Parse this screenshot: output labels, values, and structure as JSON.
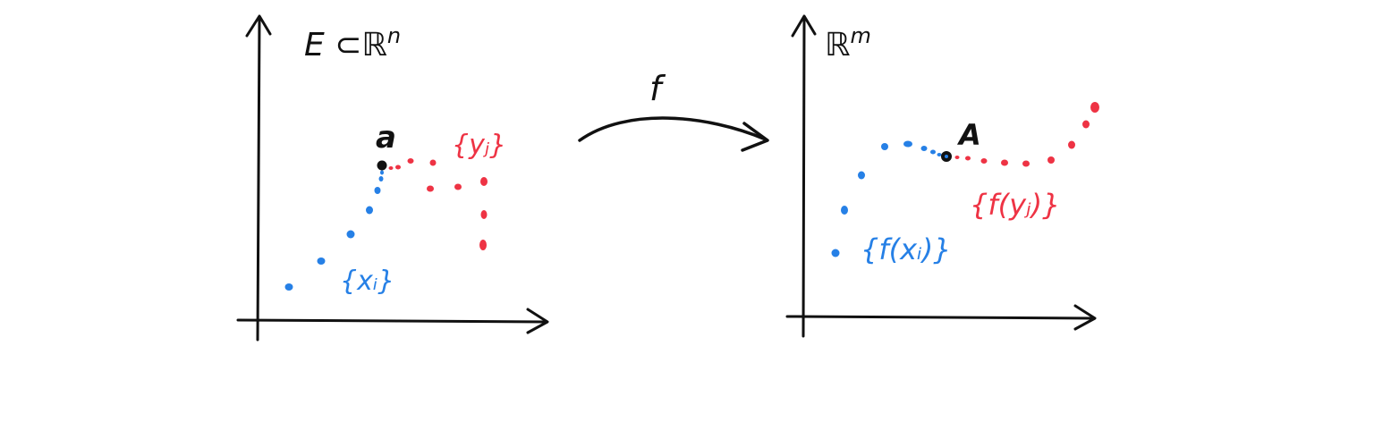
{
  "colors": {
    "ink": "#111111",
    "blue": "#2680e6",
    "red": "#ee3344",
    "background": "#ffffff"
  },
  "left_plot": {
    "space_label_prefix": "E ⊂ℝ",
    "space_label_exp": "n",
    "point_label": "a",
    "sequence_x_label": "{xᵢ}",
    "sequence_y_label": "{yⱼ}"
  },
  "arrow": {
    "map_label": "f"
  },
  "right_plot": {
    "space_label_prefix": "ℝ",
    "space_label_exp": "m",
    "point_label": "A",
    "image_x_label": "{f(xᵢ)}",
    "image_y_label": "{f(yⱼ)}"
  }
}
